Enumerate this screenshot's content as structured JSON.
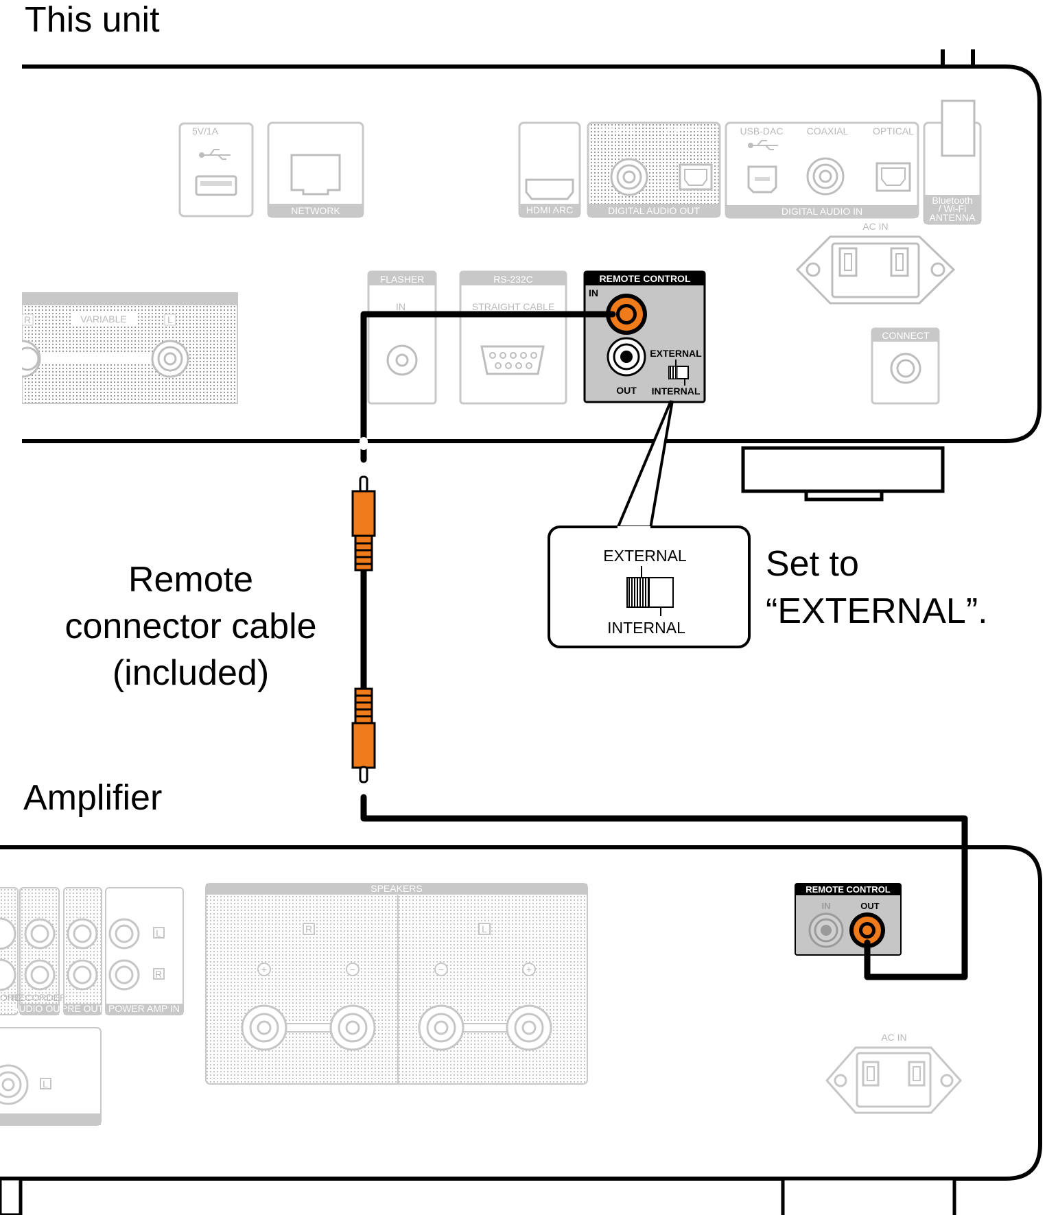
{
  "titles": {
    "this_unit": "This unit",
    "amplifier": "Amplifier"
  },
  "cable_label": {
    "line1": "Remote",
    "line2": "connector cable",
    "line3": "(included)"
  },
  "instruction": {
    "line1": "Set to",
    "line2": "“EXTERNAL”."
  },
  "callout": {
    "external": "EXTERNAL",
    "internal": "INTERNAL"
  },
  "unit_panel": {
    "usb_rating": "5V/1A",
    "network": "NETWORK",
    "hdmi_arc": "HDMI ARC",
    "coaxial_out": "COAXIAL",
    "optical_out": "OPTICAL",
    "digital_audio_out": "DIGITAL AUDIO OUT",
    "usb_dac": "USB-DAC",
    "coaxial_in": "COAXIAL",
    "optical_in": "OPTICAL",
    "digital_audio_in": "DIGITAL AUDIO IN",
    "bt_line1": "Bluetooth",
    "bt_line2": "/ Wi-Fi",
    "bt_line3": "ANTENNA",
    "ac_in": "AC IN",
    "variable": "VARIABLE",
    "r": "R",
    "l": "L",
    "flasher": "FLASHER",
    "flasher_in": "IN",
    "rs232c": "RS-232C",
    "straight_cable": "STRAIGHT CABLE",
    "remote_control": "REMOTE CONTROL",
    "rc_in": "IN",
    "rc_out": "OUT",
    "rc_external": "EXTERNAL",
    "rc_internal": "INTERNAL",
    "connect": "CONNECT"
  },
  "amp_panel": {
    "recorder_partial": "ORDER",
    "recorder": "RECORDER",
    "audio_out": "AUDIO OUT",
    "pre_out": "PRE OUT",
    "power_amp_in": "POWER AMP IN",
    "l": "L",
    "r": "R",
    "speakers": "SPEAKERS",
    "spk_r": "R",
    "spk_l": "L",
    "plus": "+",
    "minus": "−",
    "remote_control": "REMOTE CONTROL",
    "rc_in": "IN",
    "rc_out": "OUT",
    "ac_in": "AC IN"
  },
  "colors": {
    "plug_orange": "#f07b1a",
    "faded_gray": "#bdbdbd",
    "panel_gray": "#c8c8c8",
    "rc_panel": "#c6c6c6",
    "rc_header": "#1a1a1a",
    "cable": "#000000"
  }
}
